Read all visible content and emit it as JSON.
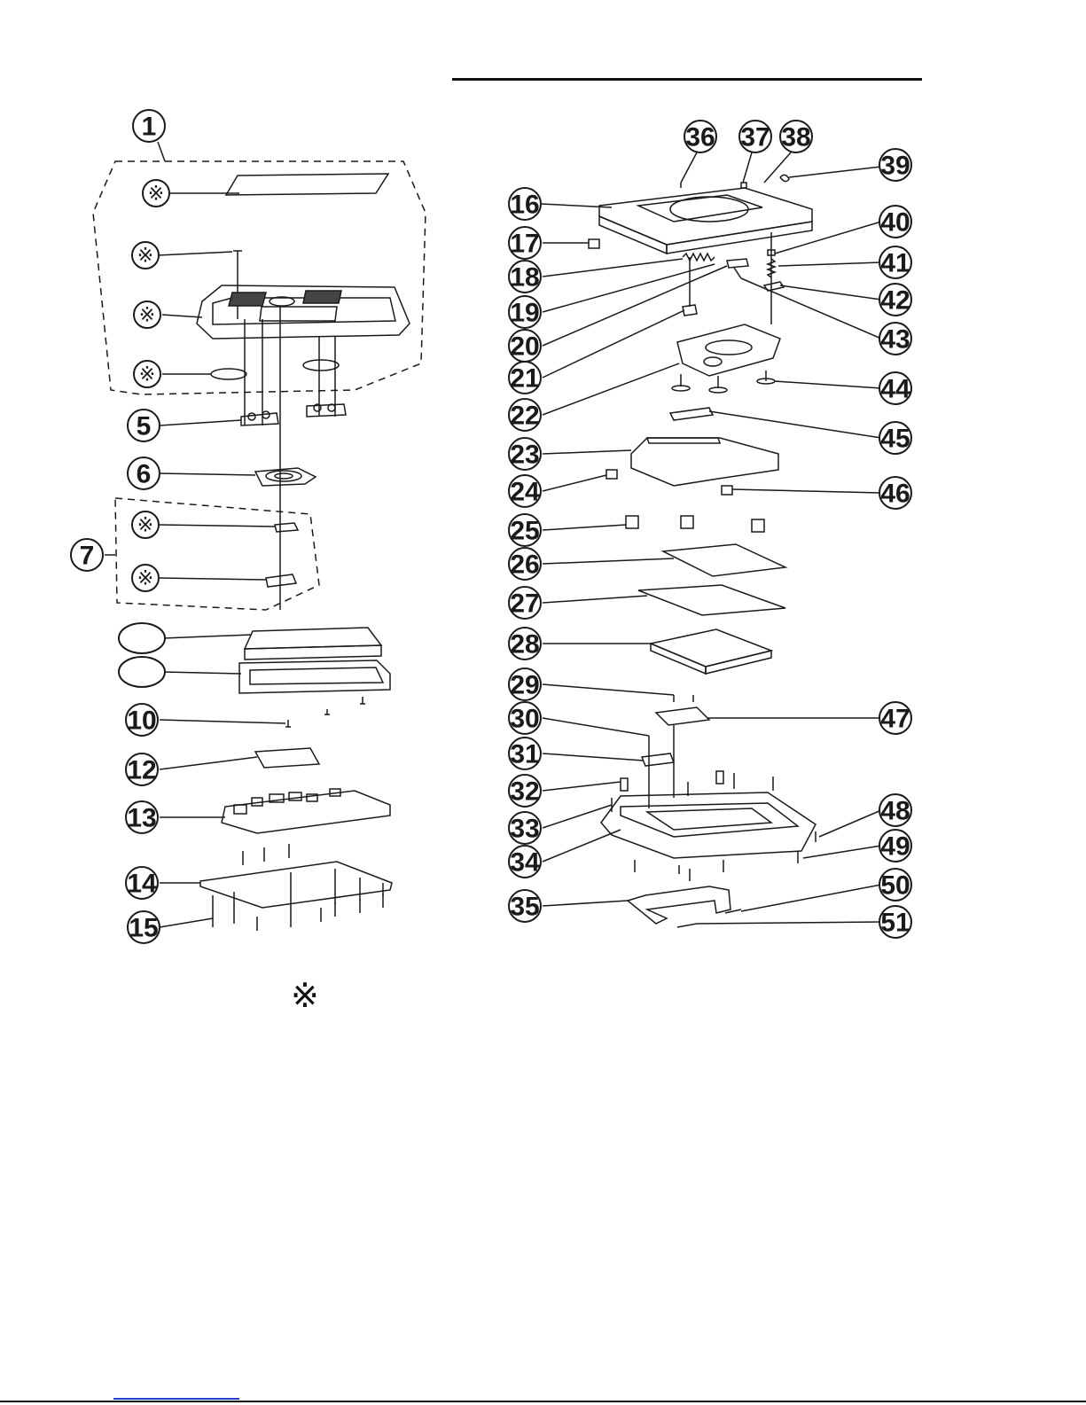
{
  "diagram": {
    "colors": {
      "stroke": "#1a1a1a",
      "footer_link": "#1f3fd1"
    },
    "legend_mark": "※",
    "callouts_left": [
      {
        "id": "1",
        "label": "1"
      },
      {
        "id": "m1",
        "label": "※"
      },
      {
        "id": "m2",
        "label": "※"
      },
      {
        "id": "m3",
        "label": "※"
      },
      {
        "id": "m4",
        "label": "※"
      },
      {
        "id": "5",
        "label": "5"
      },
      {
        "id": "6",
        "label": "6"
      },
      {
        "id": "7",
        "label": "7"
      },
      {
        "id": "m5",
        "label": "※"
      },
      {
        "id": "m6",
        "label": "※"
      },
      {
        "id": "blank1",
        "label": ""
      },
      {
        "id": "blank2",
        "label": ""
      },
      {
        "id": "10",
        "label": "10"
      },
      {
        "id": "12",
        "label": "12"
      },
      {
        "id": "13",
        "label": "13"
      },
      {
        "id": "14",
        "label": "14"
      },
      {
        "id": "15",
        "label": "15"
      }
    ],
    "callouts_right": [
      "16",
      "17",
      "18",
      "19",
      "20",
      "21",
      "22",
      "23",
      "24",
      "25",
      "26",
      "27",
      "28",
      "29",
      "30",
      "31",
      "32",
      "33",
      "34",
      "35",
      "36",
      "37",
      "38",
      "39",
      "40",
      "41",
      "42",
      "43",
      "44",
      "45",
      "46",
      "47",
      "48",
      "49",
      "50",
      "51"
    ]
  }
}
